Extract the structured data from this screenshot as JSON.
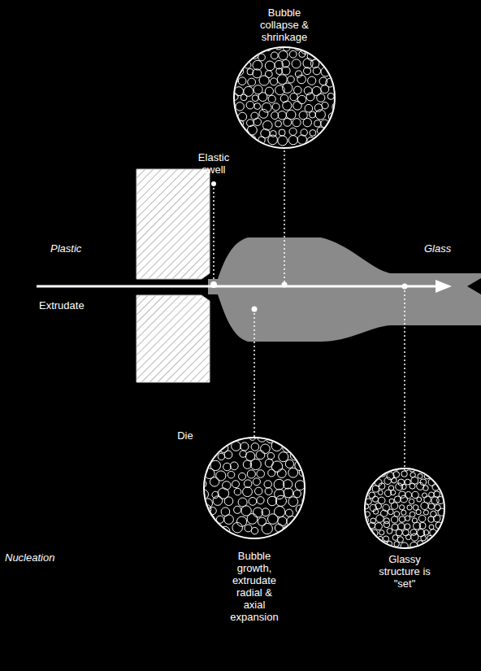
{
  "diagram": {
    "labels": [
      "Bubble collapse & shrinkage",
      "Elastic swell",
      "Plastic",
      "Glass",
      "Extrudate",
      "Die",
      "Nucleation",
      "Bubble growth, extrudate radial & axial expansion",
      "Glassy structure is \"set\""
    ]
  }
}
